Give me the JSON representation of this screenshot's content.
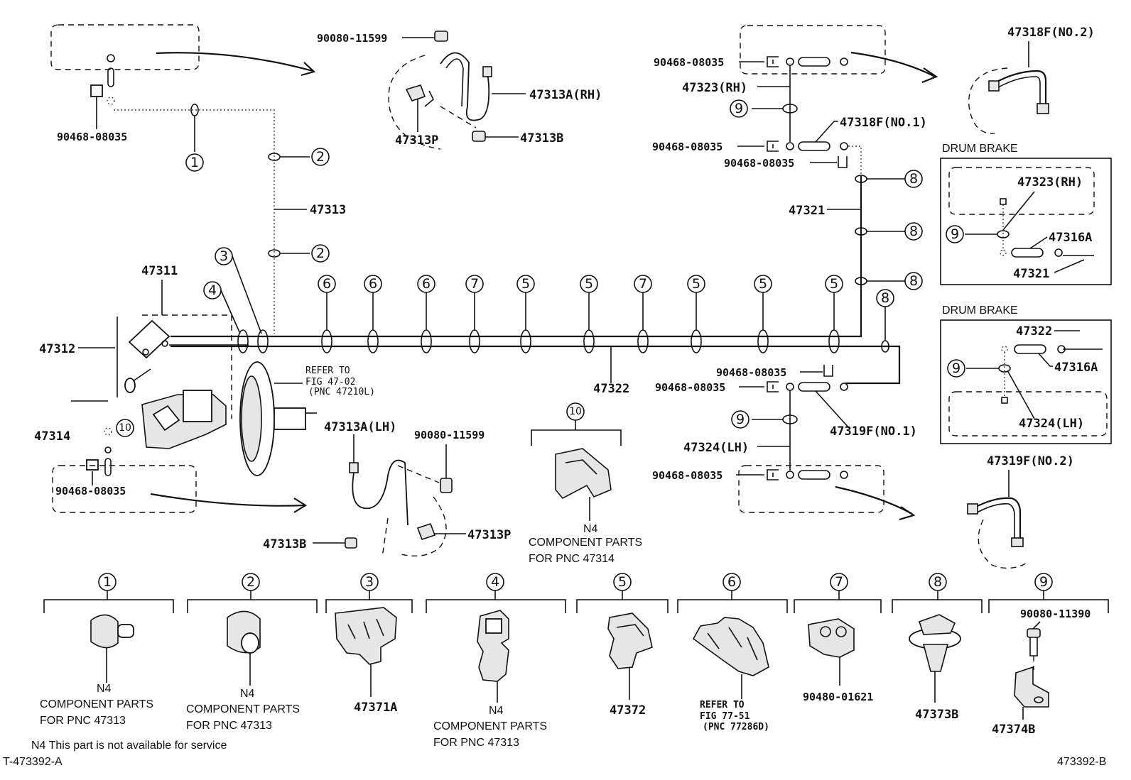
{
  "labels": {
    "b1": "90080-11599",
    "b2": "47313A(RH)",
    "b3": "47313P",
    "b4": "47313B",
    "tl_clip": "90468-08035",
    "l47313": "47313",
    "l47311": "47311",
    "l47312": "47312",
    "l47314": "47314",
    "bl_clip": "90468-08035",
    "refer1_a": "REFER TO",
    "refer1_b": "FIG 47-02",
    "refer1_c": "(PNC 47210L)",
    "l47322": "47322",
    "c_lh_a": "47313A(LH)",
    "c_lh_b": "90080-11599",
    "c_lh_c": "47313P",
    "c_lh_d": "47313B",
    "tr_a": "90468-08035",
    "tr_b": "47323(RH)",
    "tr_c": "90468-08035",
    "tr_d": "47318F(NO.1)",
    "tr_e": "90468-08035",
    "tr_f": "47321",
    "tr_g": "47318F(NO.2)",
    "mr_a": "90468-08035",
    "mr_b": "90468-08035",
    "mr_c": "47324(LH)",
    "mr_d": "47319F(NO.1)",
    "mr_e": "90468-08035",
    "mr_f": "47319F(NO.2)",
    "drum1_title": "DRUM BRAKE",
    "drum1_a": "47323(RH)",
    "drum1_b": "47316A",
    "drum1_c": "47321",
    "drum2_title": "DRUM BRAKE",
    "drum2_a": "47322",
    "drum2_b": "47316A",
    "drum2_c": "47324(LH)",
    "c10_n4": "N4",
    "c10_comp": "COMPONENT PARTS",
    "c10_for": "FOR PNC  47314"
  },
  "callouts": [
    "1",
    "2",
    "3",
    "4",
    "5",
    "6",
    "7",
    "8",
    "9",
    "10"
  ],
  "legend": {
    "p1_n4": "N4",
    "p1_comp": "COMPONENT PARTS",
    "p1_for": "FOR PNC 47313",
    "p2_n4": "N4",
    "p2_comp": "COMPONENT PARTS",
    "p2_for": "FOR PNC 47313",
    "p3": "47371A",
    "p4_n4": "N4",
    "p4_comp": "COMPONENT PARTS",
    "p4_for": "FOR PNC 47313",
    "p5": "47372",
    "p6_a": "REFER TO",
    "p6_b": "FIG 77-51",
    "p6_c": "(PNC 77286D)",
    "p7": "90480-01621",
    "p8": "47373B",
    "p9_a": "90080-11390",
    "p9_b": "47374B"
  },
  "footer": {
    "note": "N4 This part is not available for service",
    "left_code": "T-473392-A",
    "right_code": "473392-B"
  }
}
